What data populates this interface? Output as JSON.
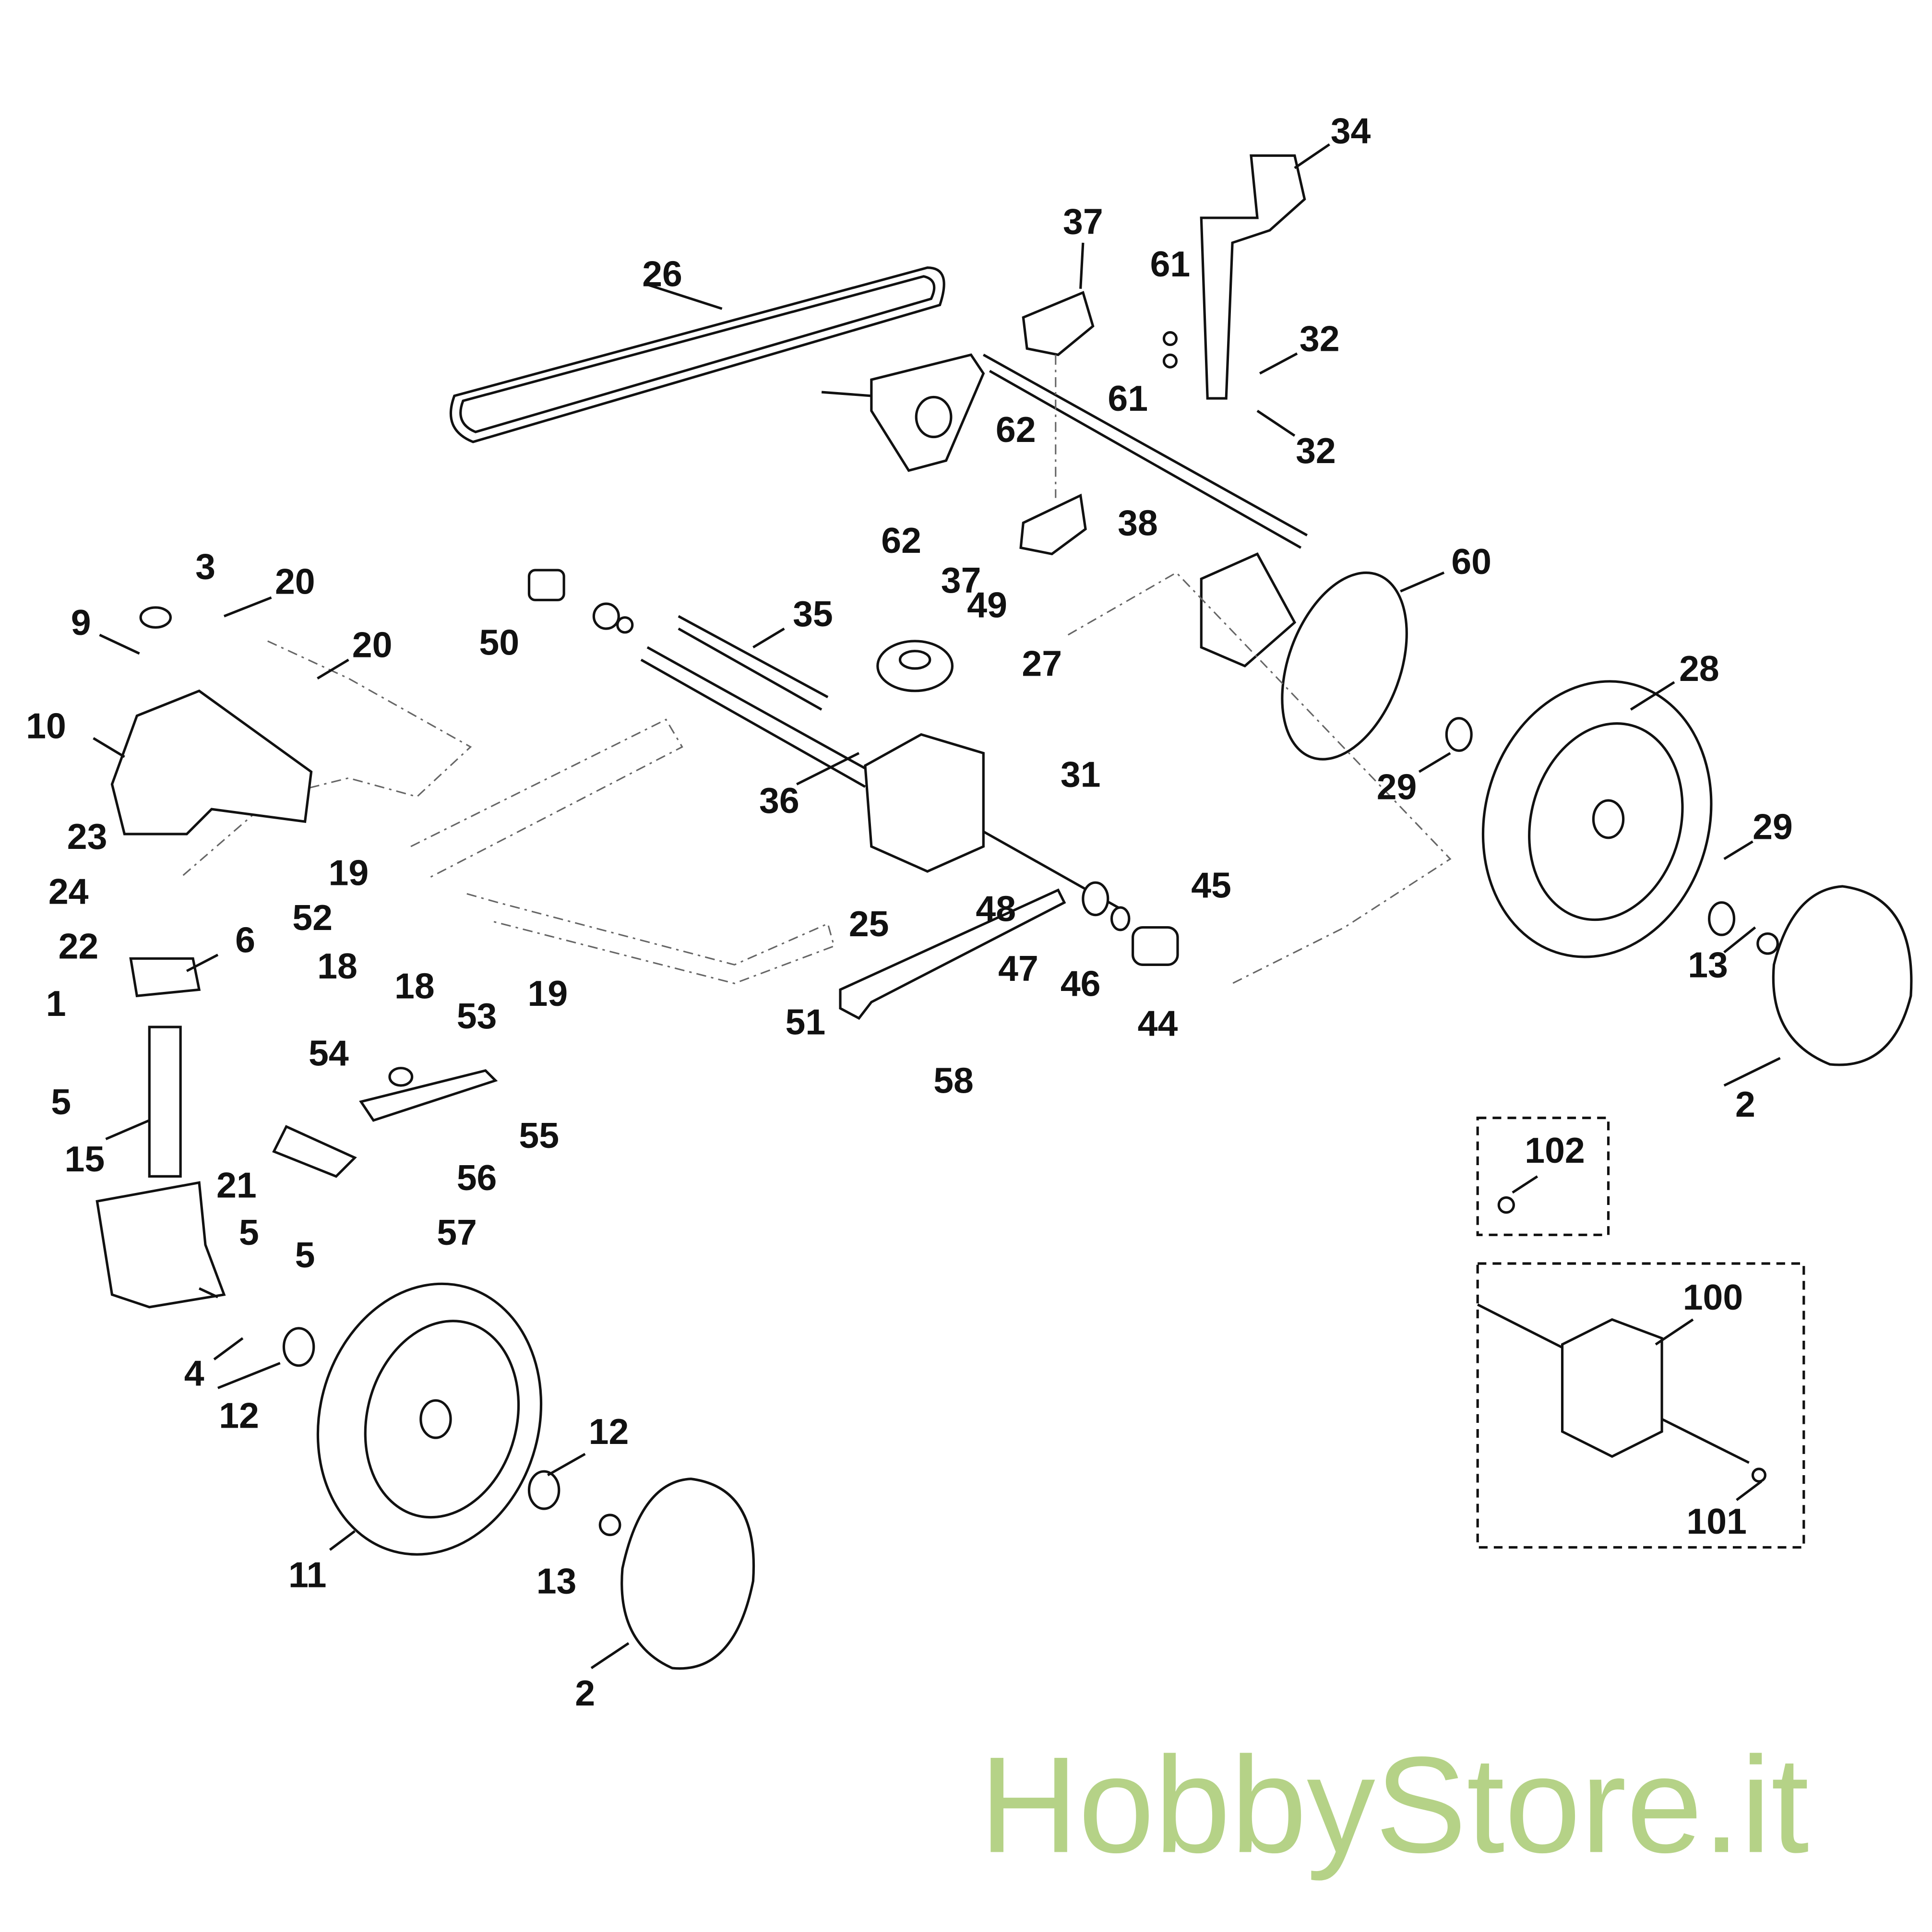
{
  "watermark": "HobbyStore.it",
  "colors": {
    "watermark": "#b5d287",
    "lines": "#111111"
  },
  "labels": [
    "34",
    "37",
    "26",
    "61",
    "32",
    "61",
    "32",
    "62",
    "38",
    "62",
    "37",
    "60",
    "3",
    "20",
    "9",
    "20",
    "50",
    "35",
    "49",
    "27",
    "28",
    "10",
    "29",
    "29",
    "36",
    "31",
    "23",
    "19",
    "24",
    "52",
    "22",
    "6",
    "18",
    "18",
    "19",
    "25",
    "48",
    "47",
    "45",
    "46",
    "13",
    "44",
    "51",
    "58",
    "1",
    "53",
    "54",
    "5",
    "55",
    "15",
    "56",
    "21",
    "57",
    "5",
    "5",
    "2",
    "102",
    "100",
    "101",
    "4",
    "12",
    "12",
    "11",
    "13",
    "2"
  ]
}
